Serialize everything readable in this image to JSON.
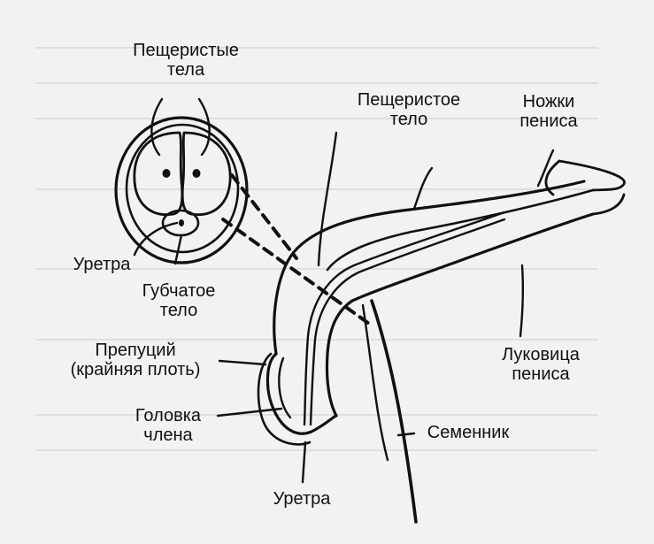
{
  "labels": {
    "cavernous_bodies": [
      "Пещеристые",
      "тела"
    ],
    "cavernous_body": [
      "Пещеристое",
      "тело"
    ],
    "crura": [
      "Ножки",
      "пениса"
    ],
    "urethra_top": "Уретра",
    "spongy_body": [
      "Губчатое",
      "тело"
    ],
    "prepuce": [
      "Препуций",
      "(крайняя плоть)"
    ],
    "glans": [
      "Головка",
      "члена"
    ],
    "testicle": "Семенник",
    "bulb": [
      "Луковица",
      "пениса"
    ],
    "urethra_bottom": "Уретра"
  },
  "colors": {
    "ink": "#111111",
    "background": "#f2f2f0",
    "bleed_text": "#c9c9c7"
  }
}
